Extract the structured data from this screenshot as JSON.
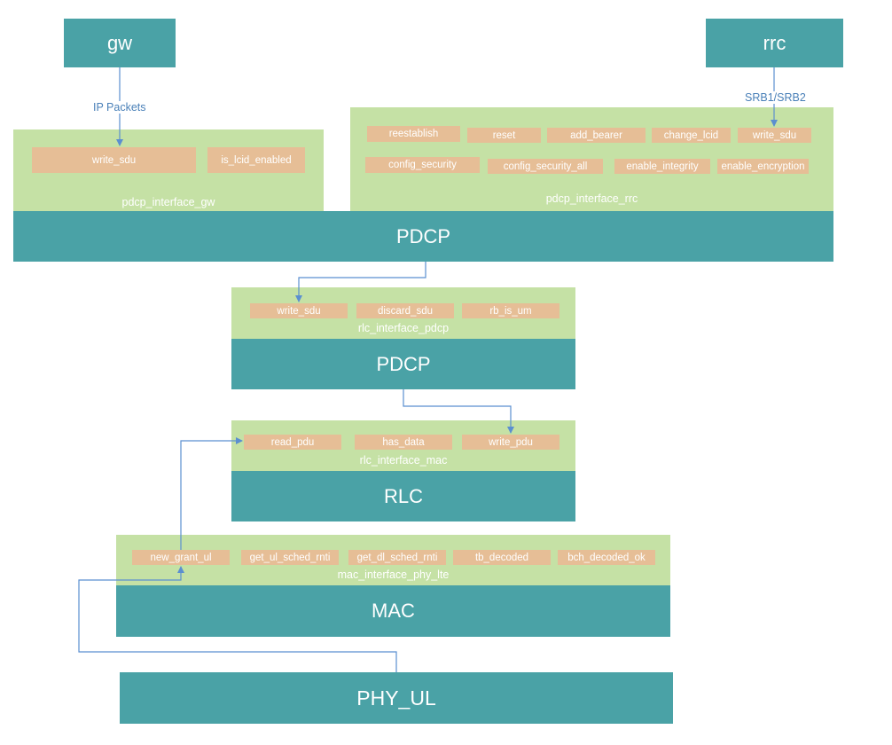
{
  "blocks": {
    "gw": "gw",
    "rrc": "rrc",
    "pdcp_top": "PDCP",
    "pdcp_mid": "PDCP",
    "rlc": "RLC",
    "mac": "MAC",
    "phy_ul": "PHY_UL"
  },
  "flow_labels": {
    "ip_packets": "IP Packets",
    "srb": "SRB1/SRB2"
  },
  "interfaces": {
    "pdcp_gw": {
      "name": "pdcp_interface_gw",
      "methods": [
        "write_sdu",
        "is_lcid_enabled"
      ]
    },
    "pdcp_rrc": {
      "name": "pdcp_interface_rrc",
      "methods": [
        "reestablish",
        "reset",
        "add_bearer",
        "change_lcid",
        "write_sdu",
        "config_security",
        "config_security_all",
        "enable_integrity",
        "enable_encryption"
      ]
    },
    "rlc_pdcp": {
      "name": "rlc_interface_pdcp",
      "methods": [
        "write_sdu",
        "discard_sdu",
        "rb_is_um"
      ]
    },
    "rlc_mac": {
      "name": "rlc_interface_mac",
      "methods": [
        "read_pdu",
        "has_data",
        "write_pdu"
      ]
    },
    "mac_phy": {
      "name": "mac_interface_phy_lte",
      "methods": [
        "new_grant_ul",
        "get_ul_sched_rnti",
        "get_dl_sched_rnti",
        "tb_decoded",
        "bch_decoded_ok"
      ]
    }
  },
  "colors": {
    "block": "#4aa2a6",
    "interface": "#c5e1a5",
    "method": "#e6be96",
    "arrow": "#5b8fd0"
  }
}
